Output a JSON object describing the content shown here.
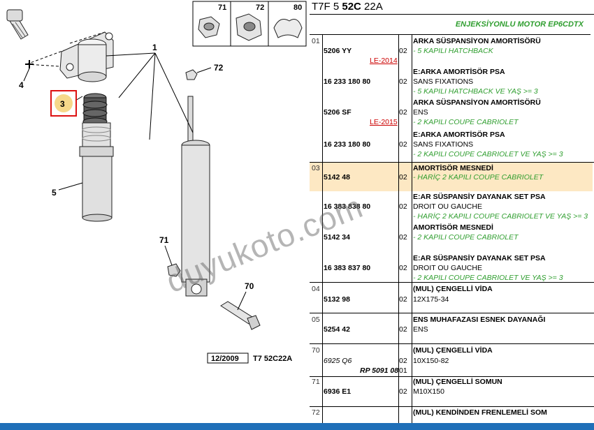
{
  "header": {
    "prefix": "T7F 5 ",
    "bold": "52C",
    "suffix": " 22A"
  },
  "engine_label": "ENJEKSİYONLU MOTOR EP6CDTX",
  "diagram": {
    "callouts": {
      "c1": "1",
      "c3": "3",
      "c4": "4",
      "c5": "5",
      "c70": "70",
      "c71": "71",
      "c72": "72"
    },
    "thumbs": [
      "71",
      "72",
      "80"
    ],
    "date": "12/2009",
    "code": "T7  52C22A"
  },
  "rows": [
    {
      "grp": "01",
      "ref": "5206 YY",
      "qty": "02",
      "t1": "ARKA SÜSPANSİYON AMORTİSÖRÜ",
      "g1": "- 5 KAPILI HATCHBACK",
      "le": "LE-2014"
    },
    {
      "ref": "16 233 180 80",
      "qty": "02",
      "t1": "E:ARKA AMORTİSÖR PSA",
      "d1": "SANS FIXATIONS",
      "g1": "- 5 KAPILI HATCHBACK VE YAŞ >= 3"
    },
    {
      "ref": "5206 SF",
      "qty": "02",
      "t1": "ARKA SÜSPANSİYON AMORTİSÖRÜ",
      "d1": "ENS",
      "g1": "- 2 KAPILI COUPE CABRIOLET",
      "le": "LE-2015"
    },
    {
      "ref": "16 233 180 80",
      "qty": "02",
      "t1": "E:ARKA AMORTİSÖR PSA",
      "d1": "SANS FIXATIONS",
      "g1": "- 2 KAPILI COUPE CABRIOLET VE YAŞ >= 3"
    },
    {
      "grp": "03",
      "ref": "5142 48",
      "qty": "02",
      "t1": "AMORTİSÖR MESNEDİ",
      "g1": "- HARİÇ 2 KAPILI COUPE CABRIOLET"
    },
    {
      "ref": "16 383 838 80",
      "qty": "02",
      "t1": "E:AR SÜSPANSİY DAYANAK SET PSA",
      "d1": "DROIT OU GAUCHE",
      "g1": "- HARİÇ 2 KAPILI COUPE CABRIOLET VE YAŞ >= 3"
    },
    {
      "ref": "5142 34",
      "qty": "02",
      "t1": "AMORTİSÖR MESNEDİ",
      "g1": "- 2 KAPILI COUPE CABRIOLET"
    },
    {
      "ref": "16 383 837 80",
      "qty": "02",
      "t1": "E:AR SÜSPANSİY DAYANAK SET PSA",
      "d1": "DROIT OU GAUCHE",
      "g1": "- 2 KAPILI COUPE CABRIOLET VE YAŞ >= 3"
    },
    {
      "grp": "04",
      "ref": "5132 98",
      "qty": "02",
      "t1": "(MUL) ÇENGELLİ VİDA",
      "d1": "12X175-34"
    },
    {
      "grp": "05",
      "ref": "5254 42",
      "qty": "02",
      "t1": "ENS MUHAFAZASI ESNEK DAYANAĞI",
      "d1": "ENS"
    },
    {
      "grp": "70",
      "ref": "6925 Q6",
      "qty": "02",
      "t1": "(MUL) ÇENGELLİ VİDA",
      "d1": "10X150-82",
      "rp": "RP 5091 08",
      "rpq": "01"
    },
    {
      "grp": "71",
      "ref": "6936 E1",
      "qty": "02",
      "t1": "(MUL) ÇENGELLİ SOMUN",
      "d1": "M10X150"
    },
    {
      "grp": "72",
      "t1": "(MUL) KENDİNDEN FRENLEMELİ SOM"
    }
  ],
  "watermark": "duyukoto.com"
}
